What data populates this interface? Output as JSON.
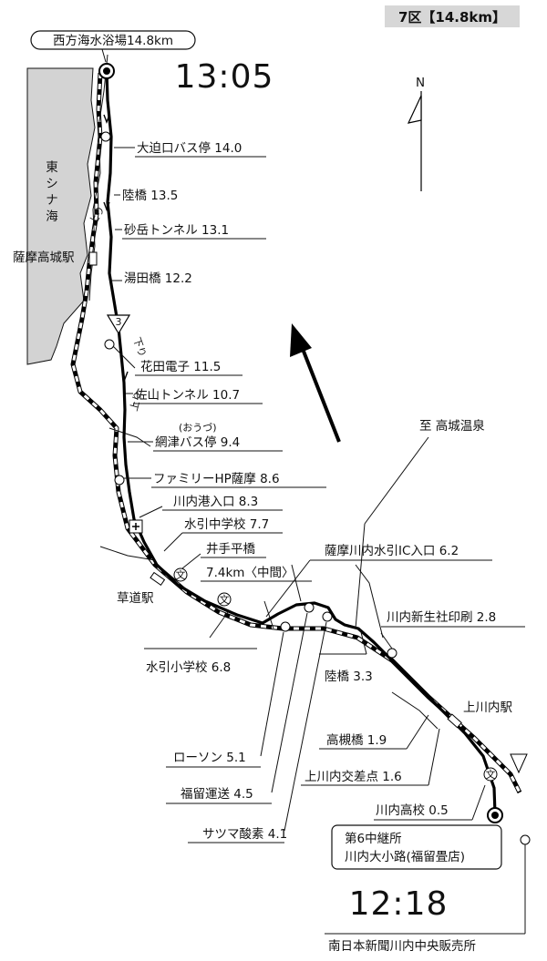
{
  "section_badge": "7区【14.8km】",
  "start": {
    "label": "西方海水浴場14.8km",
    "time": "13:05"
  },
  "finish": {
    "time": "12:18",
    "relay_line1": "第6中継所",
    "relay_line2": "川内大小路(福留畳店)"
  },
  "compass": "N",
  "sea_label": [
    "東",
    "シ",
    "ナ",
    "海"
  ],
  "stations": {
    "satsuma_takagi": "薩摩高城駅",
    "kusamichi": "草道駅",
    "kamisendai": "上川内駅"
  },
  "direction_up": "上り",
  "direction_down": "下り",
  "hotspring": "至 高城温泉",
  "furigana": "(おうづ)",
  "route_sign": "3",
  "dealer": "南日本新聞川内中央販売所",
  "waypoints": [
    {
      "name": "大迫口バス停",
      "km": "14.0"
    },
    {
      "name": "陸橋",
      "km": "13.5"
    },
    {
      "name": "砂岳トンネル",
      "km": "13.1"
    },
    {
      "name": "湯田橋",
      "km": "12.2"
    },
    {
      "name": "花田電子",
      "km": "11.5"
    },
    {
      "name": "佐山トンネル",
      "km": "10.7"
    },
    {
      "name": "網津バス停",
      "km": "9.4"
    },
    {
      "name": "ファミリーHP薩摩",
      "km": "8.6"
    },
    {
      "name": "川内港入口",
      "km": "8.3"
    },
    {
      "name": "水引中学校",
      "km": "7.7"
    },
    {
      "name": "井手平橋",
      "km": ""
    },
    {
      "name": "7.4km〈中間〉",
      "km": ""
    },
    {
      "name": "薩摩川内水引IC入口",
      "km": "6.2"
    },
    {
      "name": "水引小学校",
      "km": "6.8"
    },
    {
      "name": "ローソン",
      "km": "5.1"
    },
    {
      "name": "福留運送",
      "km": "4.5"
    },
    {
      "name": "サツマ酸素",
      "km": "4.1"
    },
    {
      "name": "陸橋",
      "km": "3.3"
    },
    {
      "name": "川内新生社印刷",
      "km": "2.8"
    },
    {
      "name": "高槻橋",
      "km": "1.9"
    },
    {
      "name": "上川内交差点",
      "km": "1.6"
    },
    {
      "name": "川内高校",
      "km": "0.5"
    }
  ]
}
